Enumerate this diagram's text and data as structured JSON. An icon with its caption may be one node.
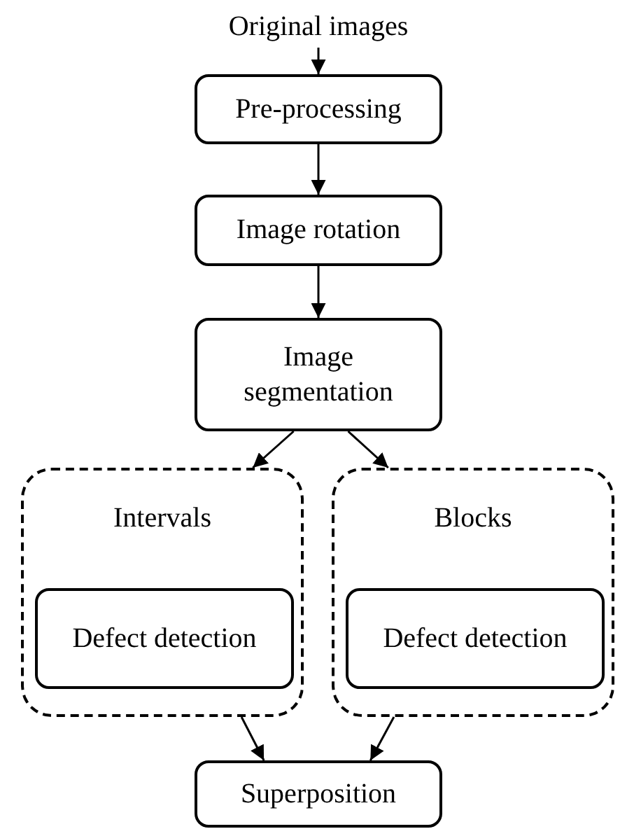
{
  "diagram": {
    "nodes": [
      {
        "text": [
          "Original images"
        ]
      },
      {
        "text": [
          "Pre-processing"
        ]
      },
      {
        "text": [
          "Image rotation"
        ]
      },
      {
        "text": [
          "Image segmentation"
        ]
      },
      {
        "text": [
          "Intervals"
        ]
      },
      {
        "text": [
          "Defect detection"
        ],
        "in": 4
      },
      {
        "text": [
          "Blocks"
        ]
      },
      {
        "text": [
          "Defect detection"
        ],
        "in": 6
      },
      {
        "text": [
          "Superposition"
        ]
      }
    ],
    "edges": [
      {
        "from": 0,
        "to": 1,
        "arrow": "to"
      },
      {
        "from": 1,
        "to": 2,
        "arrow": "to"
      },
      {
        "from": 2,
        "to": 3,
        "arrow": "to"
      },
      {
        "from": 3,
        "to": 4,
        "arrow": "to"
      },
      {
        "from": 3,
        "to": 6,
        "arrow": "to"
      },
      {
        "from": 4,
        "to": 8,
        "arrow": "to"
      },
      {
        "from": 6,
        "to": 8,
        "arrow": "to"
      }
    ]
  }
}
